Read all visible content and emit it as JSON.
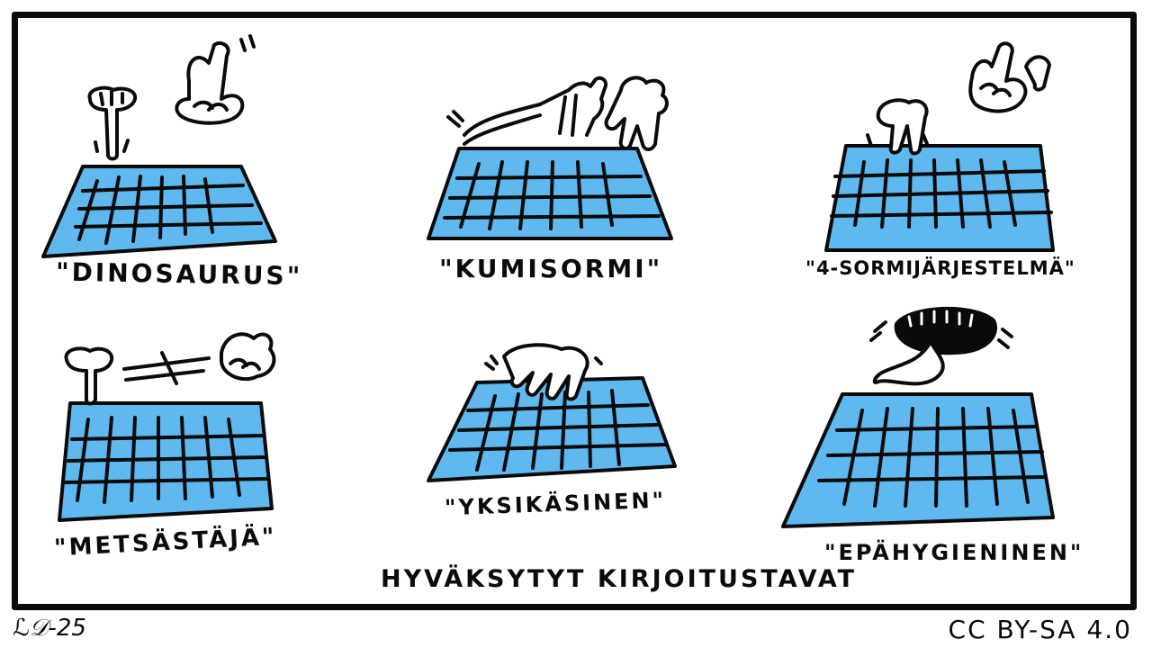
{
  "panel": {
    "title": "HYVÄKSYTYT KIRJOITUSTAVAT",
    "items": [
      {
        "label": "\"DINOSAURUS\"",
        "hands": "two-pointing-fingers-icon"
      },
      {
        "label": "\"KUMISORMI\"",
        "hands": "stretched-arm-hand-icon"
      },
      {
        "label": "\"4-SORMIJÄRJESTELMÄ\"",
        "hands": "two-finger-hands-icon"
      },
      {
        "label": "\"METSÄSTÄJÄ\"",
        "hands": "pointing-finger-fast-motion-icon"
      },
      {
        "label": "\"YKSIKÄSINEN\"",
        "hands": "single-claw-hand-icon"
      },
      {
        "label": "\"EPÄHYGIENINEN\"",
        "hands": "licking-mouth-icon"
      }
    ]
  },
  "footer": {
    "signature": "ℒ𝒟-25",
    "license": "CC BY-SA 4.0"
  },
  "colors": {
    "keyboard": "#5fb8ee",
    "ink": "#0a0a0a"
  }
}
